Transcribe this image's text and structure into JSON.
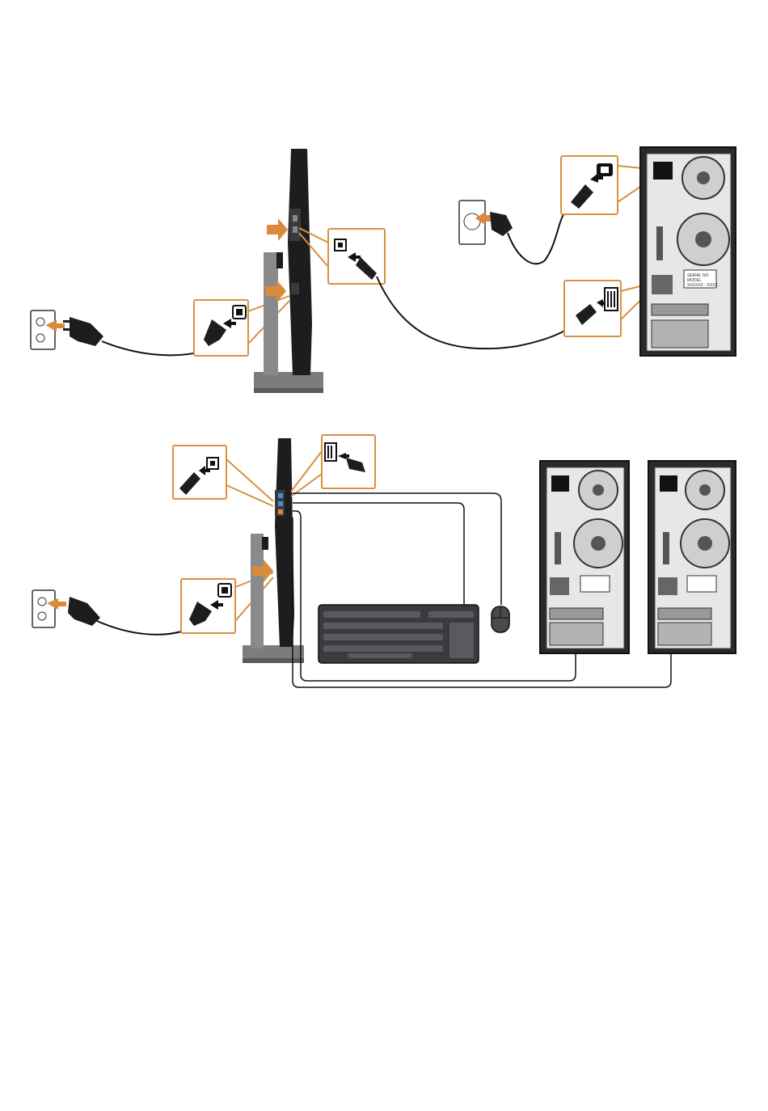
{
  "diagram": {
    "panels": [
      {
        "name": "single-computer-connection",
        "components": [
          "wall-outlet",
          "power-plug",
          "monitor-side-view",
          "usb-upstream-cable",
          "computer-tower-rear",
          "wall-outlet-eu"
        ]
      },
      {
        "name": "dual-computer-connection",
        "components": [
          "wall-outlet",
          "power-plug",
          "monitor-side-view",
          "keyboard",
          "mouse",
          "computer-tower-rear-1",
          "computer-tower-rear-2"
        ]
      }
    ],
    "colors": {
      "accent": "#d9913f",
      "arrow": "#d98a3a",
      "device_dark": "#1d1d1f",
      "device_grey": "#8a8a8c",
      "usb_blue": "#3f8fd6",
      "cable": "#111111"
    },
    "tower_label_lines": [
      "SERIAL NO",
      "MODEL",
      "XXXXXX - XXXX"
    ]
  }
}
